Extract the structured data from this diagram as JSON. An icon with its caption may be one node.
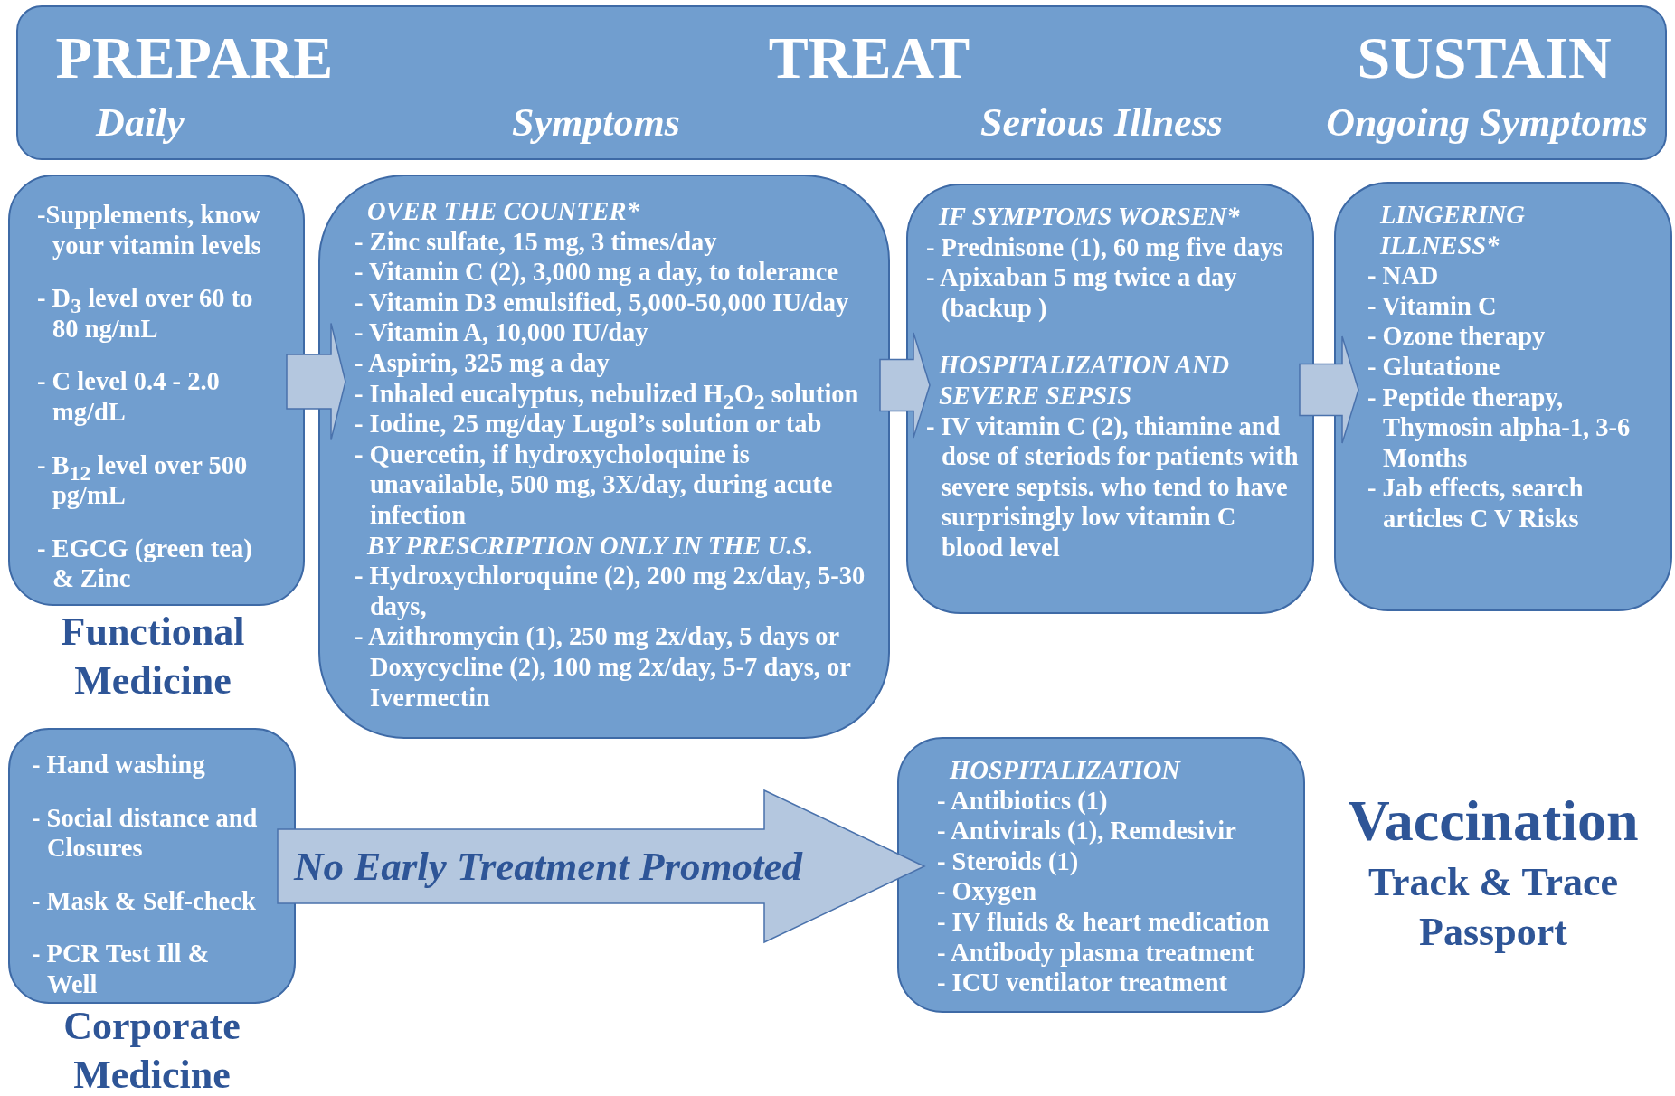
{
  "diagram": {
    "nodes": [
      {
        "text": [
          "PREPARE",
          "TREAT",
          "SUSTAIN",
          "Daily",
          "Symptoms",
          "Serious Illness",
          "Ongoing Symptoms"
        ]
      },
      {
        "text": [
          "-Supplements, know your vitamin levels",
          "- D$_{3}$ level over 60 to 80 ng/mL",
          "- C level 0.4 - 2.0 mg/dL",
          "- B$_{12}$ level over 500 pg/mL",
          "- EGCG (green tea) & Zinc"
        ],
        "beside": [
          "Functional Medicine"
        ]
      },
      {
        "text": [
          "OVER THE COUNTER*",
          "- Zinc sulfate, 15 mg, 3 times/day",
          "- Vitamin C (2), 3,000 mg a day, to tolerance",
          "- Vitamin D3 emulsified, 5,000-50,000 IU/day",
          "- Vitamin A, 10,000 IU/day",
          "- Aspirin, 325 mg a day",
          "- Inhaled eucalyptus, nebulized H$_{2}$O$_{2}$ solution",
          "- Iodine, 25 mg/day Lugol’s solution or tab",
          "- Quercetin, if hydroxycholoquine is unavailable, 500 mg, 3X/day, during acute infection",
          "BY PRESCRIPTION ONLY IN THE U.S.",
          "- Hydroxychloroquine (2), 200 mg 2x/day, 5-30 days,",
          "- Azithromycin (1), 250 mg 2x/day, 5 days or Doxycycline (2), 100 mg 2x/day, 5-7 days, or Ivermectin"
        ]
      },
      {
        "text": [
          "IF SYMPTOMS WORSEN*",
          "- Prednisone (1), 60 mg five days",
          "- Apixaban 5 mg twice a day (backup )",
          "HOSPITALIZATION AND SEVERE SEPSIS",
          "- IV vitamin C (2), thiamine and dose of steriods for patients with severe septsis. who tend to have surprisingly low vitamin C blood level"
        ]
      },
      {
        "text": [
          "LINGERING ILLNESS*",
          "- NAD",
          "- Vitamin C",
          "- Ozone therapy",
          "- Glutatione",
          "- Peptide therapy, Thymosin alpha-1, 3-6 Months",
          "- Jab effects, search articles C V Risks"
        ]
      },
      {
        "text": [
          "- Hand washing",
          "- Social distance and Closures",
          "- Mask & Self-check",
          "- PCR Test Ill & Well"
        ],
        "beside": [
          "Corporate Medicine"
        ]
      },
      {
        "text": [
          "HOSPITALIZATION",
          "- Antibiotics (1)",
          "- Antivirals (1), Remdesivir",
          "- Steroids (1)",
          "- Oxygen",
          "- IV fluids & heart medication",
          "- Antibody plasma treatment",
          "- ICU ventilator treatment"
        ]
      }
    ],
    "edges": [
      {
        "from": 1,
        "to": 2,
        "arrow": "to"
      },
      {
        "from": 2,
        "to": 3,
        "arrow": "to"
      },
      {
        "from": 3,
        "to": 4,
        "arrow": "to"
      },
      {
        "from": 5,
        "to": 6,
        "arrow": "to",
        "label": "No Early Treatment Promoted"
      }
    ],
    "labels": [
      "Vaccination",
      "Track & Trace Passport"
    ]
  }
}
